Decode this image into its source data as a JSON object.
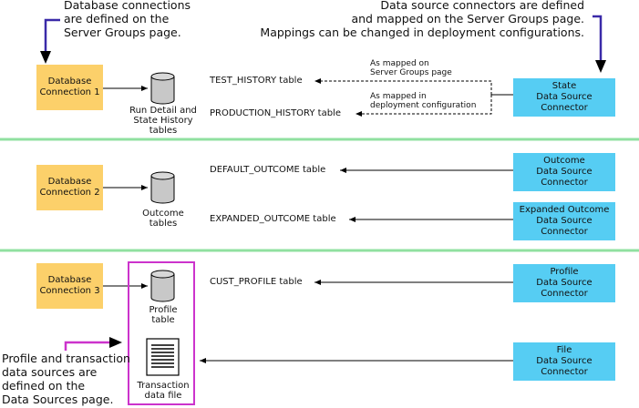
{
  "notes": {
    "db_connections": [
      "Database connections",
      "are defined on the",
      "Server Groups page."
    ],
    "data_sources": [
      "Data source connectors are defined",
      "and mapped on the Server Groups page.",
      "Mappings can be changed in deployment configurations."
    ],
    "profile_transaction": [
      "Profile and transaction",
      "data sources are",
      "defined on the",
      "Data Sources page."
    ]
  },
  "databases": [
    {
      "lines": [
        "Database",
        "Connection 1"
      ]
    },
    {
      "lines": [
        "Database",
        "Connection 2"
      ]
    },
    {
      "lines": [
        "Database",
        "Connection 3"
      ]
    }
  ],
  "storage": {
    "run_detail": [
      "Run Detail and",
      "State History",
      "tables"
    ],
    "outcome": [
      "Outcome",
      "tables"
    ],
    "profile": [
      "Profile",
      "table"
    ],
    "transaction": [
      "Transaction",
      "data file"
    ]
  },
  "tables": {
    "test_history": "TEST_HISTORY table",
    "production_history": "PRODUCTION_HISTORY table",
    "default_outcome": "DEFAULT_OUTCOME table",
    "expanded_outcome": "EXPANDED_OUTCOME table",
    "cust_profile": "CUST_PROFILE table"
  },
  "mappings": {
    "server_groups": [
      "As mapped on",
      "Server Groups page"
    ],
    "deployment": [
      "As mapped in",
      "deployment configuration"
    ]
  },
  "connectors": {
    "state": [
      "State",
      "Data Source",
      "Connector"
    ],
    "outcome": [
      "Outcome",
      "Data Source",
      "Connector"
    ],
    "expanded_outcome": [
      "Expanded Outcome",
      "Data Source",
      "Connector"
    ],
    "profile": [
      "Profile",
      "Data Source",
      "Connector"
    ],
    "file": [
      "File",
      "Data Source",
      "Connector"
    ]
  },
  "colors": {
    "database": "#fcd06a",
    "connector": "#56cdf3",
    "separator": "#90e0a0",
    "callout_arrow": "#3a2aa8",
    "highlight_frame": "#cc33cc"
  }
}
